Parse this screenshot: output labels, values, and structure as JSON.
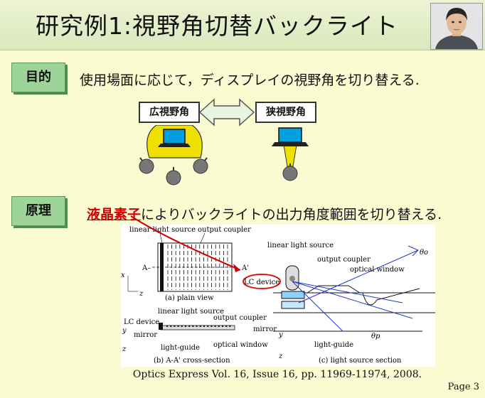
{
  "title": "研究例1:視野角切替バックライト",
  "purpose": {
    "tag": "目的",
    "text": "使用場面に応じて，ディスプレイの視野角を切り替える."
  },
  "viewing_modes": {
    "wide": "広視野角",
    "narrow": "狭視野角"
  },
  "principle": {
    "tag": "原理",
    "highlight": "液晶素子",
    "text": "によりバックライトの出力角度範囲を切り替える."
  },
  "figure": {
    "linear_light_source": "linear light source",
    "output_coupler": "output coupler",
    "a_left": "A–",
    "a_right": "A'",
    "x_axis": "x",
    "y_axis": "y",
    "z_axis": "z",
    "plain_view": "(a) plain view",
    "lc_device": "LC device",
    "mirror": "mirror",
    "light_guide": "light-guide",
    "optical_window": "optical window",
    "cross_section": "(b) A-A' cross-section",
    "source_section": "(c) light source section",
    "theta_o": "θo",
    "theta_p": "θp"
  },
  "citation": "Optics Express Vol. 16, Issue 16, pp. 11969-11974, 2008.",
  "page": "Page 3",
  "colors": {
    "header_bg": "#d9e8bd",
    "slide_bg": "#fbfbd2",
    "tag_bg": "#9ed39a",
    "highlight": "#d00000",
    "screen": "#00a0e0",
    "wide_fan": "#f0e000",
    "arrow_fill": "#e8f5e0"
  }
}
